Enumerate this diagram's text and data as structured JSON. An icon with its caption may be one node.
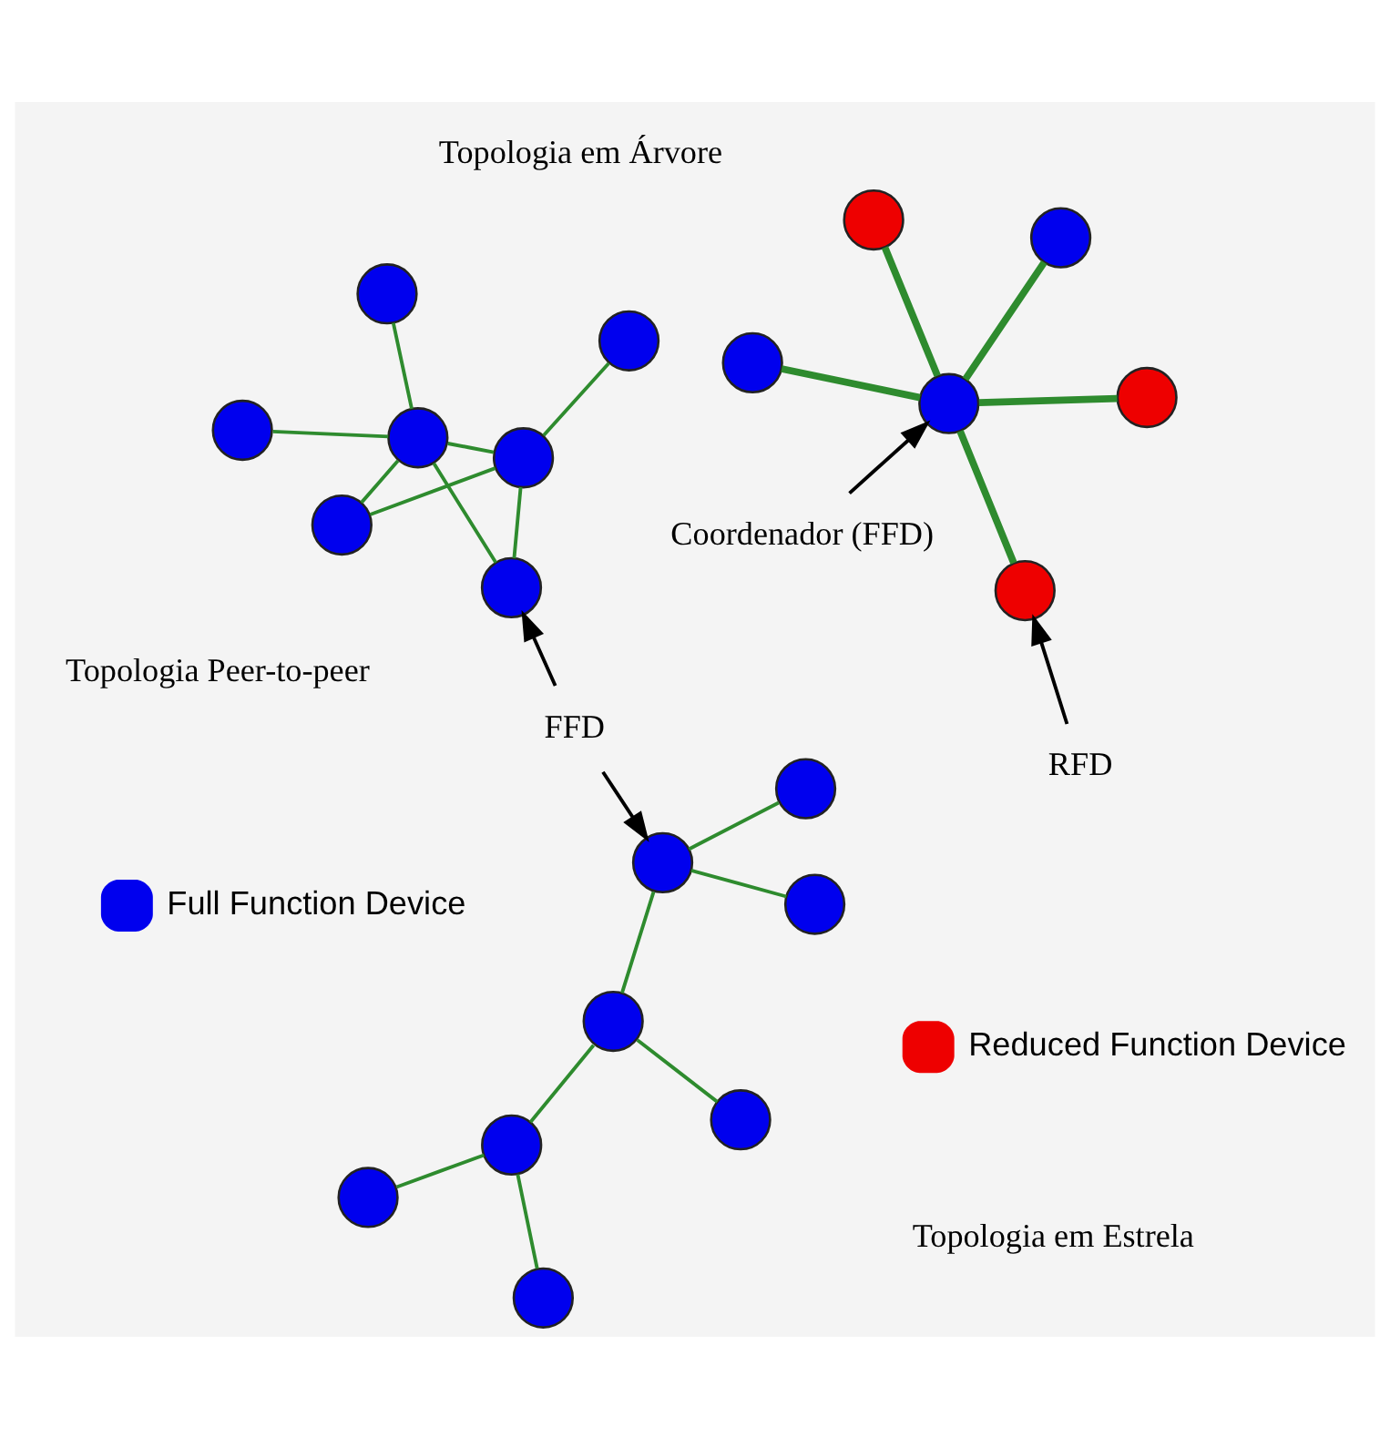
{
  "diagram": {
    "nodes": [
      {
        "text": [],
        "shape": "circle"
      },
      {
        "text": [],
        "shape": "circle"
      },
      {
        "text": [
          "Coordenador (FFD)"
        ]
      },
      {
        "text": [],
        "shape": "circle"
      },
      {
        "text": [],
        "shape": "circle"
      },
      {
        "text": [],
        "shape": "circle"
      },
      {
        "text": [
          "RFD"
        ]
      },
      {
        "text": [],
        "shape": "circle"
      },
      {
        "text": [],
        "shape": "circle"
      },
      {
        "text": [],
        "shape": "circle"
      },
      {
        "text": [],
        "shape": "circle"
      },
      {
        "text": [],
        "shape": "circle"
      },
      {
        "text": [],
        "shape": "circle"
      },
      {
        "text": [],
        "shape": "circle"
      },
      {
        "text": [],
        "shape": "circle"
      },
      {
        "text": [
          "FFD"
        ]
      },
      {
        "text": [],
        "shape": "circle"
      },
      {
        "text": [],
        "shape": "circle"
      },
      {
        "text": [],
        "shape": "circle"
      },
      {
        "text": [],
        "shape": "circle"
      },
      {
        "text": [],
        "shape": "circle"
      },
      {
        "text": [],
        "shape": "circle"
      },
      {
        "text": [],
        "shape": "circle"
      },
      {
        "text": [],
        "shape": "circle"
      }
    ],
    "edges": [
      {
        "from": 3,
        "to": 0,
        "arrow": "none",
        "style": "thick"
      },
      {
        "from": 3,
        "to": 1,
        "arrow": "none",
        "style": "thick"
      },
      {
        "from": 2,
        "to": 3,
        "arrow": "to",
        "color": "#000000"
      },
      {
        "from": 3,
        "to": 4,
        "arrow": "none",
        "style": "thick"
      },
      {
        "from": 3,
        "to": 5,
        "arrow": "none",
        "style": "thick"
      },
      {
        "from": 3,
        "to": 7,
        "arrow": "none",
        "style": "thick"
      },
      {
        "from": 6,
        "to": 7,
        "arrow": "to",
        "color": "#000000"
      },
      {
        "from": 11,
        "to": 12,
        "arrow": "none"
      },
      {
        "from": 12,
        "to": 8,
        "arrow": "none"
      },
      {
        "from": 12,
        "to": 16,
        "arrow": "none"
      },
      {
        "from": 12,
        "to": 17,
        "arrow": "none"
      },
      {
        "from": 12,
        "to": 23,
        "arrow": "none"
      },
      {
        "from": 16,
        "to": 23,
        "arrow": "none"
      },
      {
        "from": 17,
        "to": 23,
        "arrow": "none"
      },
      {
        "from": 23,
        "to": 22,
        "arrow": "none"
      },
      {
        "from": 9,
        "to": 13,
        "arrow": "none"
      },
      {
        "from": 13,
        "to": 14,
        "arrow": "none"
      },
      {
        "from": 14,
        "to": 10,
        "arrow": "none"
      },
      {
        "from": 14,
        "to": 19,
        "arrow": "none"
      },
      {
        "from": 13,
        "to": 18,
        "arrow": "none"
      },
      {
        "from": 18,
        "to": 20,
        "arrow": "none"
      },
      {
        "from": 18,
        "to": 21,
        "arrow": "none"
      },
      {
        "from": 15,
        "to": 17,
        "arrow": "to",
        "color": "#000000"
      },
      {
        "from": 15,
        "to": 18,
        "arrow": "to",
        "color": "#000000"
      }
    ],
    "labels": [
      "Topologia em Estrela",
      "Topologia Peer-to-peer",
      "Topologia em Árvore"
    ],
    "legend": [
      {
        "text": "Full Function Device",
        "color": "#0000ee"
      },
      {
        "text": "Reduced Function Device",
        "color": "#ee0000"
      }
    ]
  }
}
